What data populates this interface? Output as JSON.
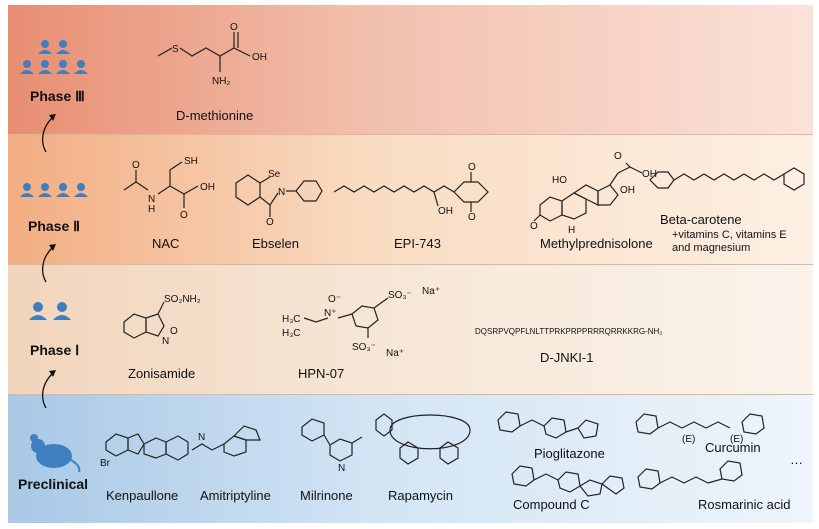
{
  "phases": {
    "phase3": {
      "label": "Phase Ⅲ"
    },
    "phase2": {
      "label": "Phase Ⅱ"
    },
    "phase1": {
      "label": "Phase Ⅰ"
    },
    "preclinical": {
      "label": "Preclinical"
    }
  },
  "compounds": {
    "phase3": [
      "D-methionine"
    ],
    "phase2": [
      "NAC",
      "Ebselen",
      "EPI-743",
      "Methylprednisolone",
      "Beta-carotene"
    ],
    "phase2_note": [
      "+vitamins C, vitamins E",
      "and magnesium"
    ],
    "phase1": [
      "Zonisamide",
      "HPN-07",
      "D-JNKI-1"
    ],
    "preclinical": [
      "Kenpaullone",
      "Amitriptyline",
      "Milrinone",
      "Rapamycin",
      "Pioglitazone",
      "Compound C",
      "Curcumin",
      "Rosmarinic acid"
    ],
    "more": "…"
  },
  "structure_text": {
    "djnki_sequence": "DQSRPVQPFLNLTTPRKPRPPRRRQRRKKRG-NH₂",
    "oh": "OH",
    "nh2": "NH₂",
    "sh": "SH",
    "s": "S",
    "se": "Se",
    "n": "N",
    "h": "H",
    "o": "O",
    "so2nh2": "SO₂NH₂",
    "na": "Na⁺",
    "so3": "SO₃⁻",
    "e": "(E)",
    "br": "Br",
    "nplus": "N⁺",
    "ominus": "O⁻"
  },
  "colors": {
    "phase3_band": "#e88e72",
    "phase2_band": "#f2ad82",
    "phase1_band": "#f1d5bb",
    "preclinical_band": "#a8c8e6",
    "people_icon": "#3f7fbf",
    "mouse_icon": "#3f7fbf"
  },
  "icons": {
    "people": "people-group-icon",
    "person": "person-icon",
    "mouse": "mouse-icon",
    "arrow": "curved-arrow-icon"
  }
}
